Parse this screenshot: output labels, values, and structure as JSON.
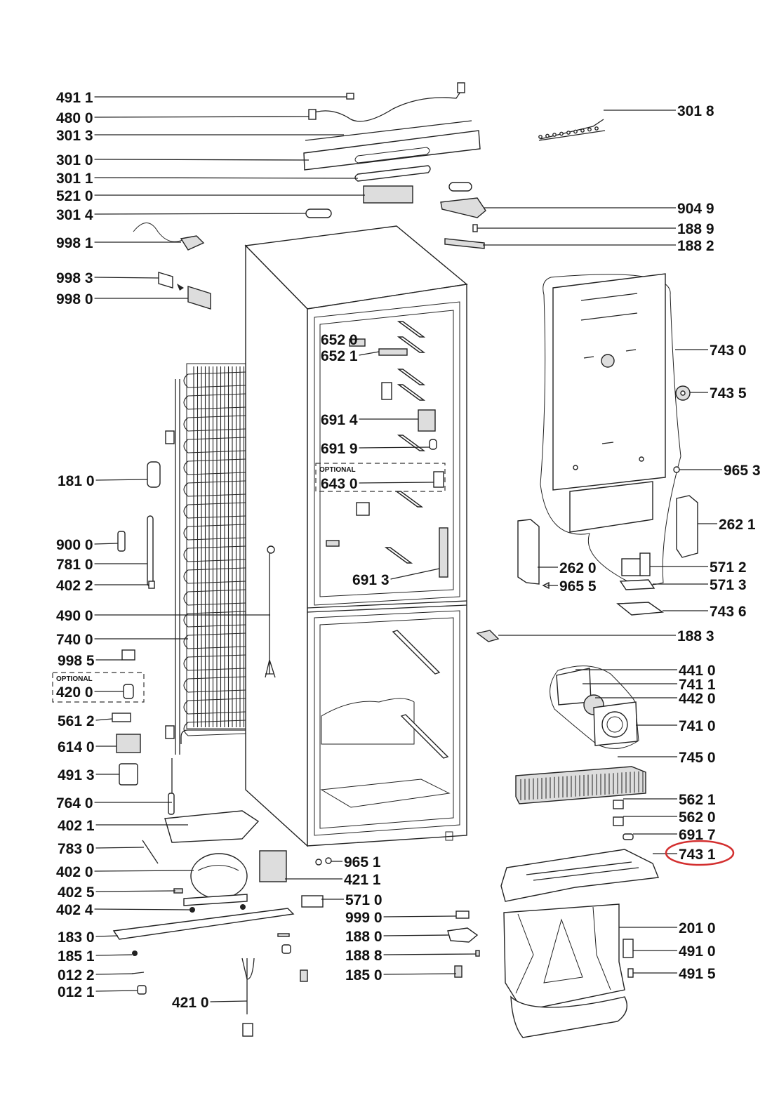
{
  "diagram": {
    "optional_tag": "OPTIONAL",
    "highlight_color": "#d32f2f",
    "highlighted_part": "743 1",
    "labels": {
      "p4911": "491 1",
      "p4800": "480 0",
      "p3013": "301 3",
      "p3010": "301 0",
      "p3011": "301 1",
      "p5210": "521 0",
      "p3014": "301 4",
      "p9981": "998 1",
      "p9983": "998 3",
      "p9980": "998 0",
      "p3018": "301 8",
      "p9049": "904 9",
      "p1889": "188 9",
      "p1882": "188 2",
      "p6520": "652 0",
      "p6521": "652 1",
      "p6914": "691 4",
      "p6919": "691 9",
      "p6430": "643 0",
      "p6913": "691 3",
      "p7430": "743 0",
      "p7435": "743 5",
      "p9653": "965 3",
      "p2621": "262 1",
      "p2620": "262 0",
      "p5712": "571 2",
      "p9655": "965 5",
      "p5713": "571 3",
      "p7436": "743 6",
      "p1883": "188 3",
      "p1810": "181 0",
      "p9000": "900 0",
      "p7810": "781 0",
      "p4022": "402 2",
      "p4900": "490 0",
      "p7400": "740 0",
      "p9985": "998 5",
      "p4200": "420 0",
      "p5612": "561 2",
      "p6140": "614 0",
      "p4913": "491 3",
      "p7640": "764 0",
      "p4021": "402 1",
      "p7830": "783 0",
      "p4020": "402 0",
      "p4025": "402 5",
      "p4024": "402 4",
      "p1830": "183 0",
      "p1851": "185 1",
      "p0122": "012 2",
      "p0121": "012 1",
      "p4210": "421 0",
      "p9651": "965 1",
      "p4211": "421 1",
      "p5710": "571 0",
      "p9990": "999 0",
      "p1880": "188 0",
      "p1888": "188 8",
      "p1850": "185 0",
      "p4410": "441 0",
      "p7411": "741 1",
      "p4420": "442 0",
      "p7410": "741 0",
      "p7450": "745 0",
      "p5621": "562 1",
      "p5620": "562 0",
      "p6917": "691 7",
      "p7431": "743 1",
      "p2010": "201 0",
      "p4910": "491 0",
      "p4915": "491 5"
    }
  }
}
